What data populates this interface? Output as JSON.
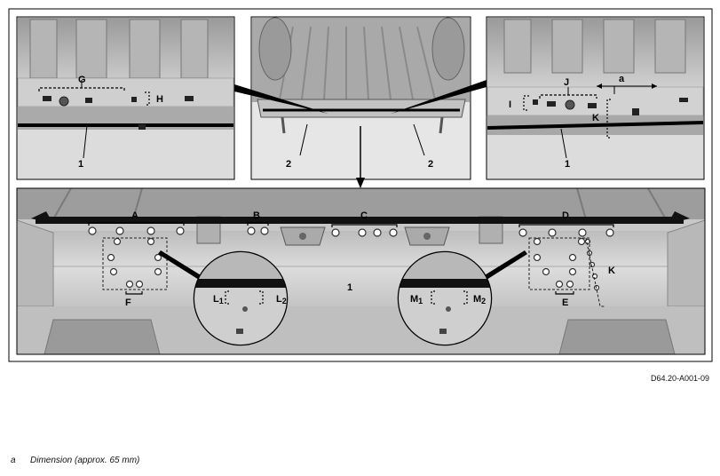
{
  "figure": {
    "labels": {
      "n1": "1",
      "n2": "2",
      "A": "A",
      "B": "B",
      "C": "C",
      "D": "D",
      "E": "E",
      "F": "F",
      "G": "G",
      "H": "H",
      "I": "I",
      "J": "J",
      "K": "K",
      "a": "a",
      "L": "L",
      "L1_sub": "1",
      "L2_sub": "2",
      "M": "M",
      "M1_sub": "1",
      "M2_sub": "2"
    },
    "reference_code": "D64.20-A001-09"
  },
  "legend": [
    {
      "key": "a",
      "text": "Dimension (approx. 65 mm)"
    }
  ],
  "colors": {
    "panel_bg": "#d6d6d6",
    "panel_dark": "#8c8c8c",
    "sealant": "#111111",
    "frame": "#000000"
  }
}
